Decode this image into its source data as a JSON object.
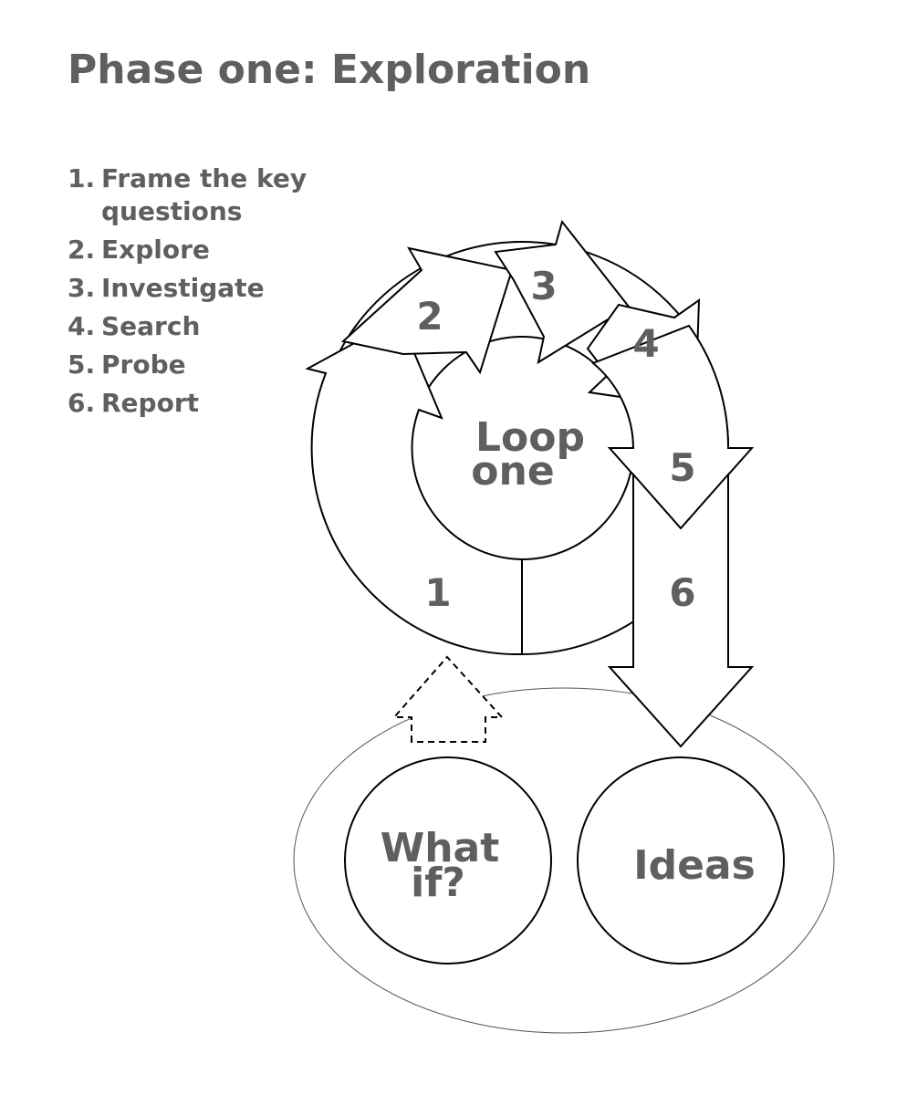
{
  "title": "Phase one: Exploration",
  "steps": [
    {
      "number": "1.",
      "text": "Frame the key questions"
    },
    {
      "number": "2.",
      "text": "Explore"
    },
    {
      "number": "3.",
      "text": "Investigate"
    },
    {
      "number": "4.",
      "text": "Search"
    },
    {
      "number": "5.",
      "text": "Probe"
    },
    {
      "number": "6.",
      "text": "Report"
    }
  ],
  "diagram": {
    "loop_label_line1": "Loop",
    "loop_label_line2": "one",
    "arrow_numbers": [
      "1",
      "2",
      "3",
      "4",
      "5",
      "6"
    ],
    "circle_what_if_line1": "What",
    "circle_what_if_line2": "if?",
    "circle_ideas": "Ideas"
  },
  "colors": {
    "text": "#5f5f5f",
    "stroke": "#000000",
    "fill": "#ffffff"
  }
}
